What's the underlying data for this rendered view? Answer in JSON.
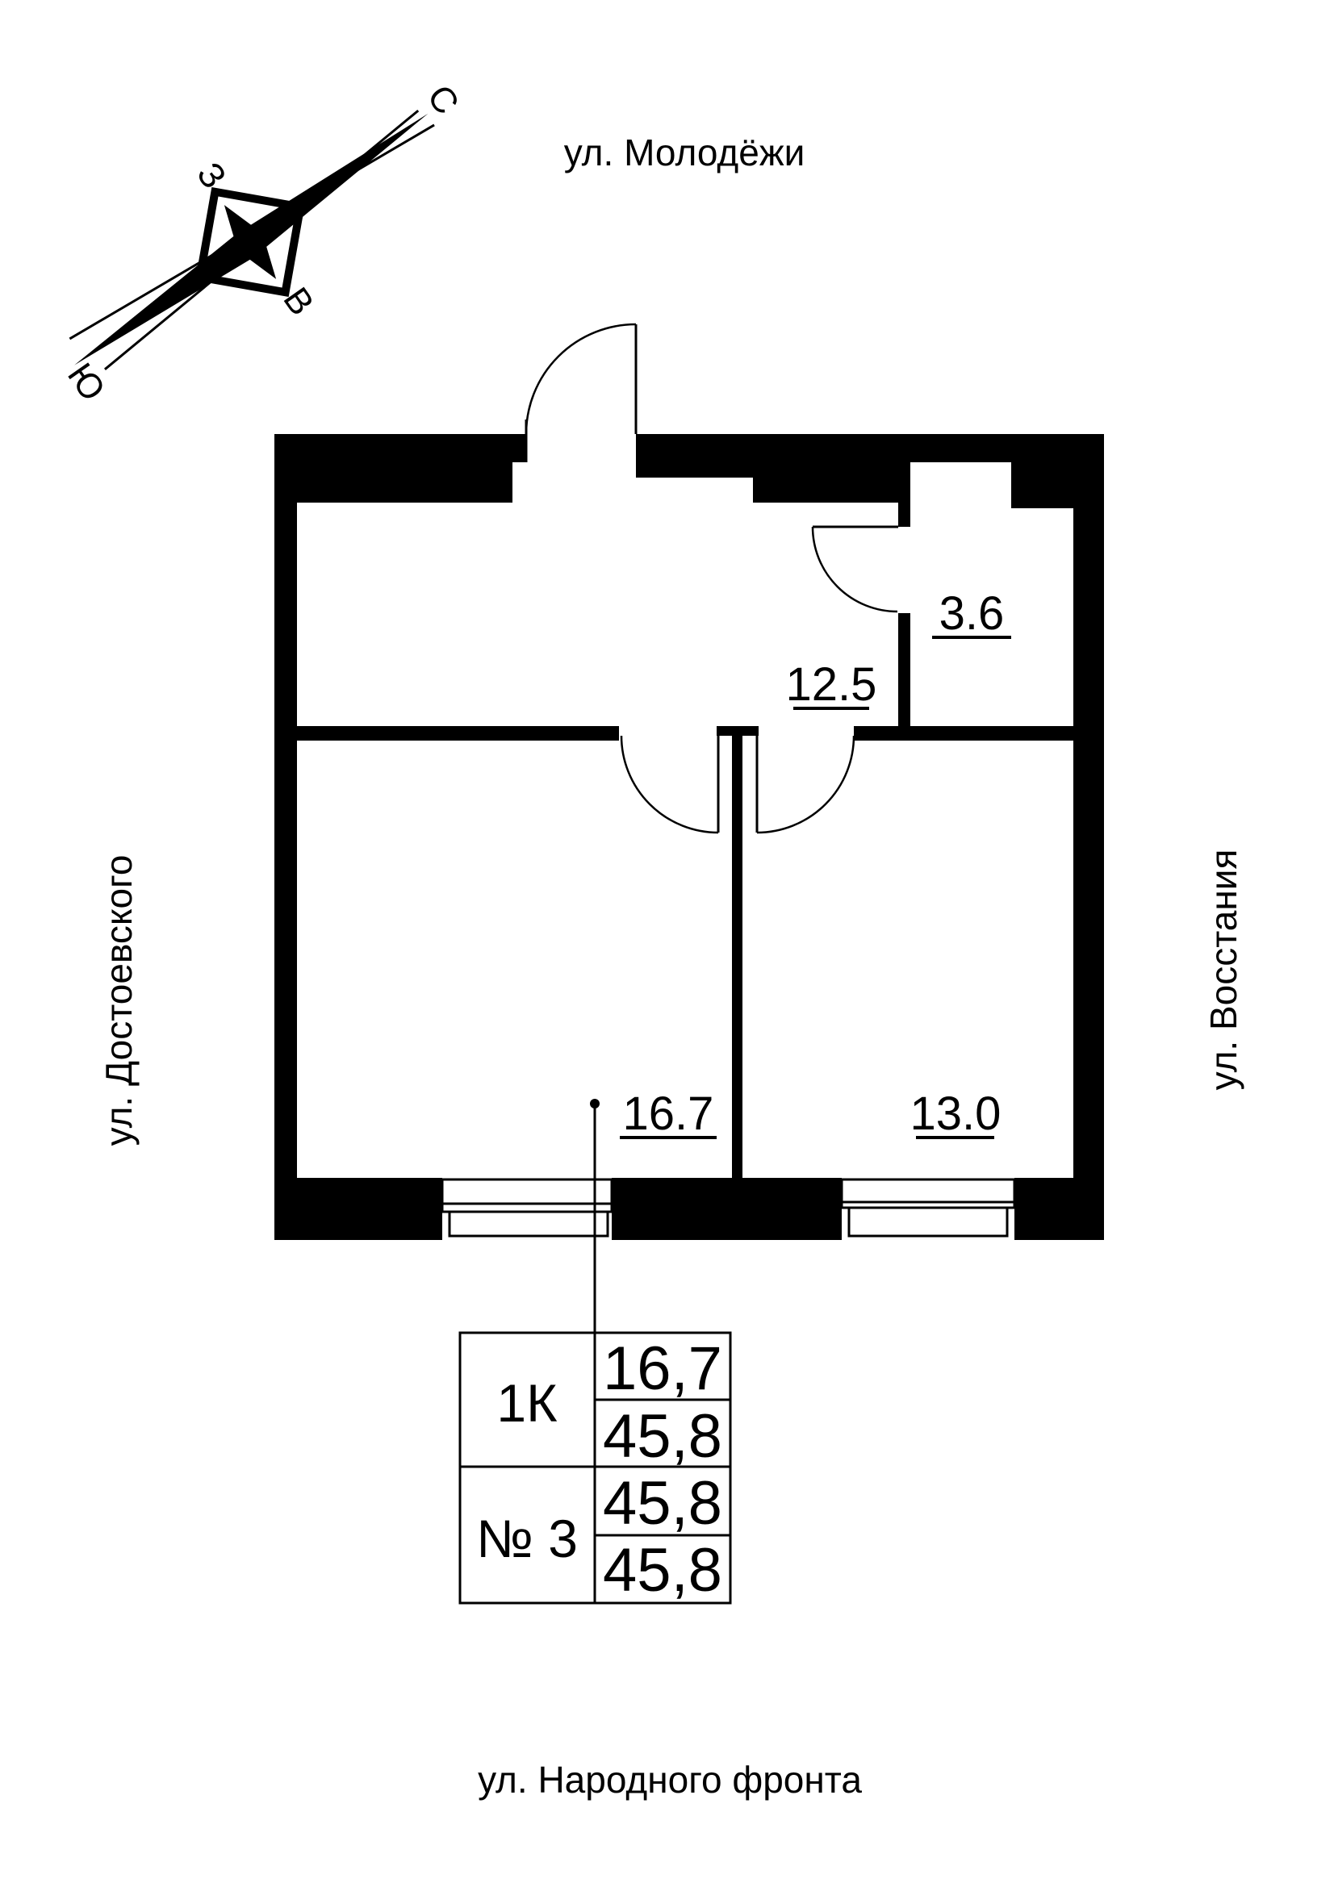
{
  "streets": {
    "top": "ул. Молодёжи",
    "left": "ул. Достоевского",
    "right": "ул. Восстания",
    "bottom": "ул. Народного фронта"
  },
  "compass": {
    "north": "С",
    "west": "З",
    "east": "В",
    "south": "Ю"
  },
  "rooms": [
    {
      "id": "hallway",
      "area": "12.5"
    },
    {
      "id": "bathroom",
      "area": "3.6"
    },
    {
      "id": "living-room",
      "area": "16.7"
    },
    {
      "id": "kitchen",
      "area": "13.0"
    }
  ],
  "info_table": {
    "apartment_type": "1К",
    "apartment_number": "№ 3",
    "areas": [
      "16,7",
      "45,8",
      "45,8",
      "45,8"
    ]
  },
  "colors": {
    "ink": "#000000",
    "paper": "#ffffff"
  }
}
